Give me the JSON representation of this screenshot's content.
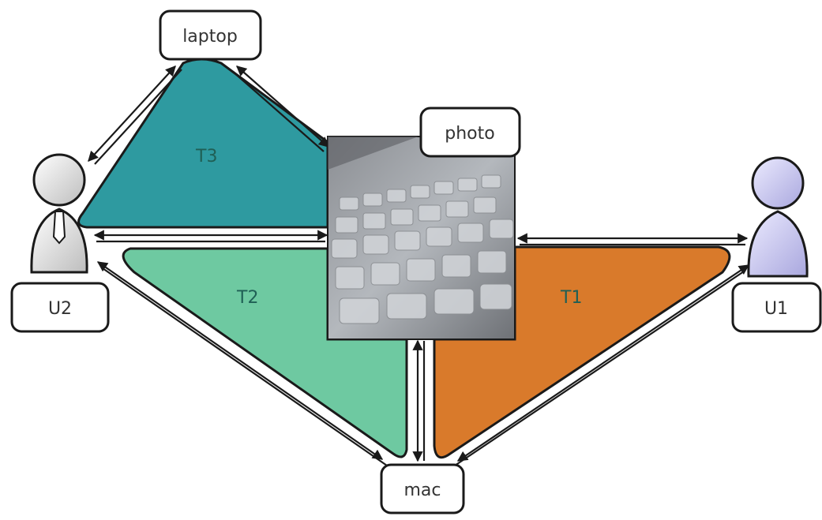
{
  "nodes": {
    "laptop": "laptop",
    "photo": "photo",
    "u2": "U2",
    "u1": "U1",
    "mac": "mac"
  },
  "triangles": {
    "t1": "T1",
    "t2": "T2",
    "t3": "T3"
  },
  "colors": {
    "t1_fill": "#d97a2b",
    "t2_fill": "#6ec9a1",
    "t3_fill": "#2e9aa0",
    "u1_figure": "#c9c8ee",
    "u2_figure": "#e6e6e6",
    "tri_text": "#1f5f55"
  }
}
